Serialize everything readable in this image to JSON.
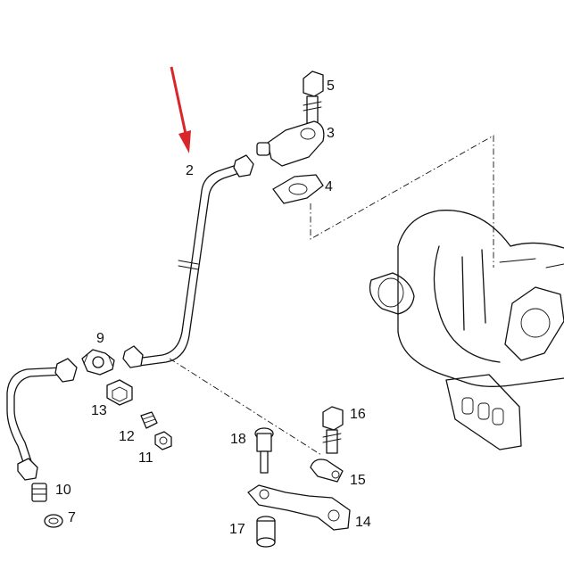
{
  "diagram": {
    "callouts": {
      "p2": "2",
      "p3": "3",
      "p4": "4",
      "p5": "5",
      "p7": "7",
      "p9": "9",
      "p10": "10",
      "p11": "11",
      "p12": "12",
      "p13": "13",
      "p14": "14",
      "p15": "15",
      "p16": "16",
      "p17": "17",
      "p18": "18"
    },
    "arrow_color": "#d9262b",
    "line_color": "#111111"
  }
}
